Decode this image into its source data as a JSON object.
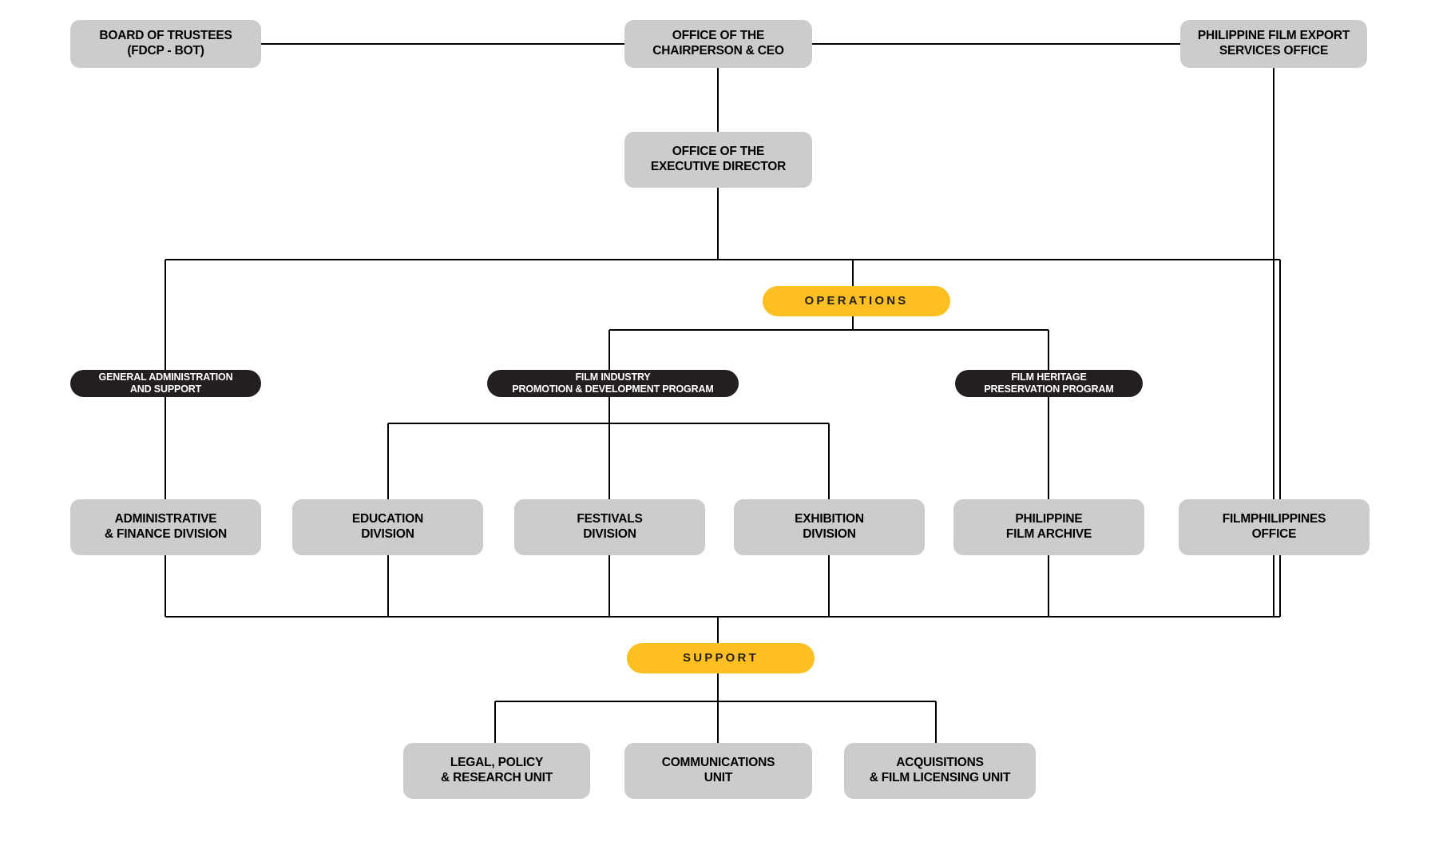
{
  "chart_data": {
    "type": "diagram",
    "title": "FDCP Organizational Structure",
    "diagram_kind": "organizational-chart",
    "colors": {
      "box_gray": "#cccccc",
      "pill_dark": "#231f20",
      "pill_yellow": "#fdc020",
      "line": "#000000",
      "text_dark": "#000000",
      "text_light": "#ffffff",
      "background": "#ffffff"
    },
    "nodes": [
      {
        "id": "bot",
        "label": "BOARD OF TRUSTEES\n(FDCP - BOT)",
        "style": "gray",
        "level": 0
      },
      {
        "id": "ceo",
        "label": "OFFICE OF THE\nCHAIRPERSON & CEO",
        "style": "gray",
        "level": 0
      },
      {
        "id": "pfeso",
        "label": "PHILIPPINE FILM EXPORT\nSERVICES OFFICE",
        "style": "gray",
        "level": 0
      },
      {
        "id": "exec",
        "label": "OFFICE OF THE\nEXECUTIVE DIRECTOR",
        "style": "gray",
        "level": 1
      },
      {
        "id": "operations",
        "label": "OPERATIONS",
        "style": "yellow",
        "level": 2
      },
      {
        "id": "genadmin",
        "label": "GENERAL ADMINISTRATION\nAND SUPPORT",
        "style": "dark",
        "level": 3
      },
      {
        "id": "filmindustry",
        "label": "FILM INDUSTRY\nPROMOTION & DEVELOPMENT PROGRAM",
        "style": "dark",
        "level": 3
      },
      {
        "id": "heritage",
        "label": "FILM HERITAGE\nPRESERVATION PROGRAM",
        "style": "dark",
        "level": 3
      },
      {
        "id": "adminfinance",
        "label": "ADMINISTRATIVE\n& FINANCE DIVISION",
        "style": "gray",
        "level": 4
      },
      {
        "id": "education",
        "label": "EDUCATION\nDIVISION",
        "style": "gray",
        "level": 4
      },
      {
        "id": "festivals",
        "label": "FESTIVALS\nDIVISION",
        "style": "gray",
        "level": 4
      },
      {
        "id": "exhibition",
        "label": "EXHIBITION\nDIVISION",
        "style": "gray",
        "level": 4
      },
      {
        "id": "archive",
        "label": "PHILIPPINE\nFILM ARCHIVE",
        "style": "gray",
        "level": 4
      },
      {
        "id": "filmph",
        "label": "FILMPHILIPPINES\nOFFICE",
        "style": "gray",
        "level": 4
      },
      {
        "id": "support",
        "label": "SUPPORT",
        "style": "yellow",
        "level": 5
      },
      {
        "id": "legal",
        "label": "LEGAL, POLICY\n& RESEARCH UNIT",
        "style": "gray",
        "level": 6
      },
      {
        "id": "comms",
        "label": "COMMUNICATIONS\nUNIT",
        "style": "gray",
        "level": 6
      },
      {
        "id": "acquisitions",
        "label": "ACQUISITIONS\n& FILM LICENSING UNIT",
        "style": "gray",
        "level": 6
      }
    ],
    "edges": [
      {
        "from": "bot",
        "to": "ceo"
      },
      {
        "from": "ceo",
        "to": "pfeso"
      },
      {
        "from": "ceo",
        "to": "exec"
      },
      {
        "from": "exec",
        "to": "operations"
      },
      {
        "from": "operations",
        "to": "genadmin"
      },
      {
        "from": "operations",
        "to": "filmindustry"
      },
      {
        "from": "operations",
        "to": "heritage"
      },
      {
        "from": "genadmin",
        "to": "adminfinance"
      },
      {
        "from": "filmindustry",
        "to": "education"
      },
      {
        "from": "filmindustry",
        "to": "festivals"
      },
      {
        "from": "filmindustry",
        "to": "exhibition"
      },
      {
        "from": "heritage",
        "to": "archive"
      },
      {
        "from": "pfeso",
        "to": "filmph"
      },
      {
        "from": "adminfinance",
        "to": "support"
      },
      {
        "from": "education",
        "to": "support"
      },
      {
        "from": "festivals",
        "to": "support"
      },
      {
        "from": "exhibition",
        "to": "support"
      },
      {
        "from": "archive",
        "to": "support"
      },
      {
        "from": "filmph",
        "to": "support"
      },
      {
        "from": "support",
        "to": "legal"
      },
      {
        "from": "support",
        "to": "comms"
      },
      {
        "from": "support",
        "to": "acquisitions"
      }
    ]
  },
  "top_row": {
    "board_of_trustees": "BOARD OF TRUSTEES\n(FDCP - BOT)",
    "chairperson_ceo": "OFFICE OF THE\nCHAIRPERSON & CEO",
    "film_export_office": "PHILIPPINE FILM EXPORT\nSERVICES OFFICE"
  },
  "executive": {
    "executive_director": "OFFICE OF THE\nEXECUTIVE DIRECTOR"
  },
  "operations": {
    "pill_label": "OPERATIONS",
    "programs": {
      "general_administration": "GENERAL ADMINISTRATION\nAND SUPPORT",
      "film_industry": "FILM INDUSTRY\nPROMOTION & DEVELOPMENT PROGRAM",
      "film_heritage": "FILM HERITAGE\nPRESERVATION PROGRAM"
    },
    "divisions": {
      "administrative_finance": "ADMINISTRATIVE\n& FINANCE DIVISION",
      "education": "EDUCATION\nDIVISION",
      "festivals": "FESTIVALS\nDIVISION",
      "exhibition": "EXHIBITION\nDIVISION",
      "philippine_film_archive": "PHILIPPINE\nFILM ARCHIVE",
      "filmphilippines_office": "FILMPHILIPPINES\nOFFICE"
    }
  },
  "support": {
    "pill_label": "SUPPORT",
    "units": {
      "legal_policy_research": "LEGAL, POLICY\n& RESEARCH UNIT",
      "communications": "COMMUNICATIONS\nUNIT",
      "acquisitions_licensing": "ACQUISITIONS\n& FILM LICENSING UNIT"
    }
  }
}
